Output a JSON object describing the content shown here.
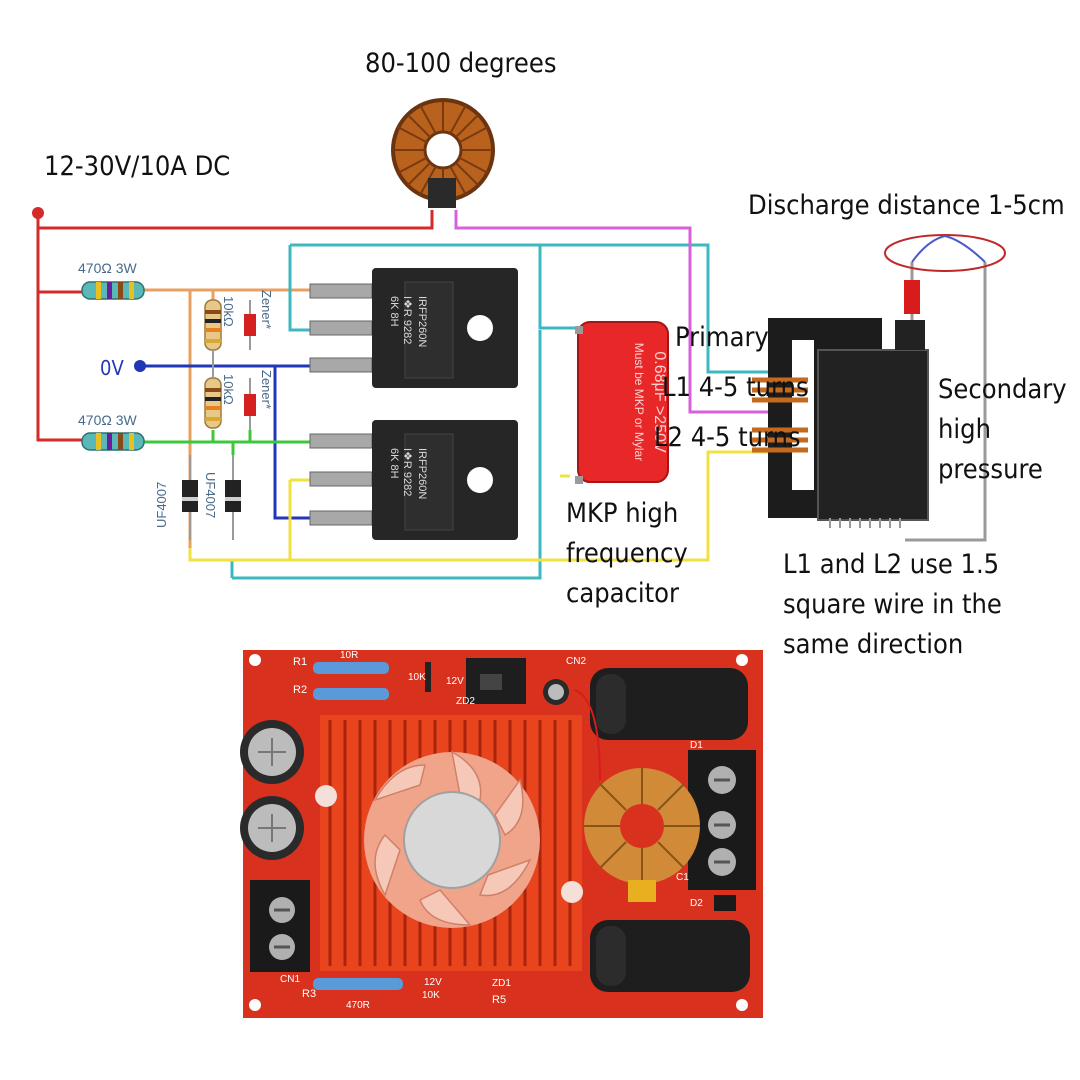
{
  "labels": {
    "temperature": "80-100 degrees",
    "supply": "12-30V/10A DC",
    "ground": "0V",
    "discharge": "Discharge distance 1-5cm",
    "primary": "Primary",
    "l1": "L1 4-5 turns",
    "l2": "L2 4-5 turns",
    "secondary_1": "Secondary",
    "secondary_2": "high",
    "secondary_3": "pressure",
    "capacitor_1": "MKP high",
    "capacitor_2": "frequency",
    "capacitor_3": "capacitor",
    "wire_1": "L1 and L2 use 1.5",
    "wire_2": "square wire in the",
    "wire_3": "same direction"
  },
  "components": {
    "resistor_top": "470Ω 3W",
    "resistor_bottom": "470Ω 3W",
    "resistor_10k_a": "10kΩ",
    "resistor_10k_b": "10kΩ",
    "zener_a": "Zener*",
    "zener_b": "Zener*",
    "diode_a": "UF4007",
    "diode_b": "UF4007",
    "mosfet_top_1": "IRFP260N",
    "mosfet_top_2": "I❖R  9282",
    "mosfet_top_3": "6K      8H",
    "mosfet_bottom_1": "IRFP260N",
    "mosfet_bottom_2": "I❖R  9282",
    "mosfet_bottom_3": "6K      8H",
    "capacitor_1": "0.68μF >250V",
    "capacitor_2": "Must be MKP or Mylar"
  },
  "board": {
    "r1": "R1",
    "r2": "R2",
    "r3": "R3",
    "r5": "R5",
    "val_10r": "10R",
    "val_10k_a": "10K",
    "val_10k_b": "10K",
    "val_12v_a": "12V",
    "val_12v_b": "12V",
    "val_470r": "470R",
    "zd1": "ZD1",
    "zd2": "ZD2",
    "cn1": "CN1",
    "cn2": "CN2",
    "c1": "C1",
    "d1": "D1",
    "d2": "D2"
  },
  "colors": {
    "supply_wire": "#d42a2a",
    "ground_wire": "#2236b8",
    "gate_wire_top": "#e8a060",
    "gate_wire_bottom": "#3cc83c",
    "drain_wire": "#3cb8c0",
    "yellow_wire": "#f0e040",
    "magenta_wire": "#d860d8",
    "capacitor": "#e82828",
    "pcb": "#d8321e",
    "heatsink": "#e8441e"
  }
}
